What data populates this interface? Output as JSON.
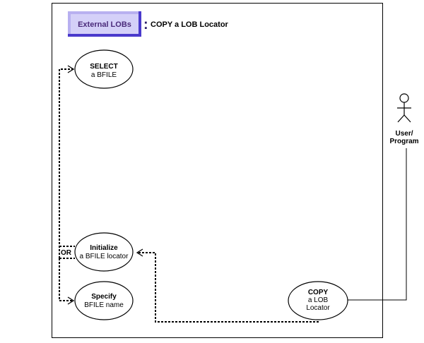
{
  "header": {
    "badge_label": "External LOBs",
    "separator": ":",
    "title": "COPY a LOB Locator"
  },
  "colors": {
    "badge_fill": "#d4d0f8",
    "badge_border_light": "#b8b0f0",
    "badge_border_dark": "#4a3acc",
    "badge_text": "#4a2a7a",
    "line": "#000000"
  },
  "use_cases": {
    "select": {
      "line1": "SELECT",
      "line2": "a BFILE"
    },
    "initialize": {
      "line1": "Initialize",
      "line2": "a BFILE locator"
    },
    "specify": {
      "line1": "Specify",
      "line2": "BFILE name"
    },
    "copy": {
      "line1": "COPY",
      "line2": "a LOB",
      "line3": "Locator"
    }
  },
  "actor": {
    "line1": "User/",
    "line2": "Program"
  },
  "or_label": "OR"
}
